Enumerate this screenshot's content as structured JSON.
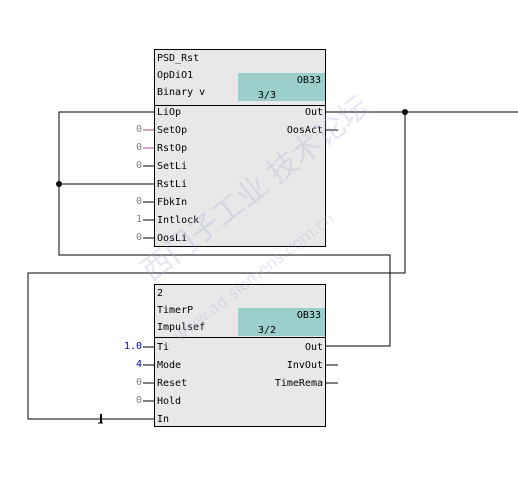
{
  "blocks": [
    {
      "header_lines": [
        "PSD_Rst",
        "OpDiO1",
        "Binary v"
      ],
      "ob_name": "OB33",
      "ob_seq": "3/3",
      "inputs": [
        {
          "label": "LiOp",
          "value": ""
        },
        {
          "label": "SetOp",
          "value": "0"
        },
        {
          "label": "RstOp",
          "value": "0"
        },
        {
          "label": "SetLi",
          "value": "0"
        },
        {
          "label": "RstLi",
          "value": ""
        },
        {
          "label": "FbkIn",
          "value": "0"
        },
        {
          "label": "Intlock",
          "value": "1"
        },
        {
          "label": "OosLi",
          "value": "0"
        }
      ],
      "outputs": [
        "Out",
        "OosAct"
      ]
    },
    {
      "header_lines": [
        "2",
        "TimerP",
        "Impulsef"
      ],
      "ob_name": "OB33",
      "ob_seq": "3/2",
      "inputs": [
        {
          "label": "Ti",
          "value": "1.0"
        },
        {
          "label": "Mode",
          "value": "4"
        },
        {
          "label": "Reset",
          "value": "0"
        },
        {
          "label": "Hold",
          "value": "0"
        },
        {
          "label": "In",
          "value": ""
        }
      ],
      "outputs": [
        "Out",
        "InvOut",
        "TimeRema"
      ]
    }
  ],
  "colors": {
    "block_fill": "#e8e8e8",
    "ob_fill": "#9ccfcc",
    "param_default": "#808080",
    "param_set": "#0000c0",
    "pin_line_purple": "#a0508c",
    "wire": "#000000"
  },
  "watermark": {
    "main": "西门子工业 技术论坛",
    "url": "www.ad.siemens.com.cn"
  }
}
